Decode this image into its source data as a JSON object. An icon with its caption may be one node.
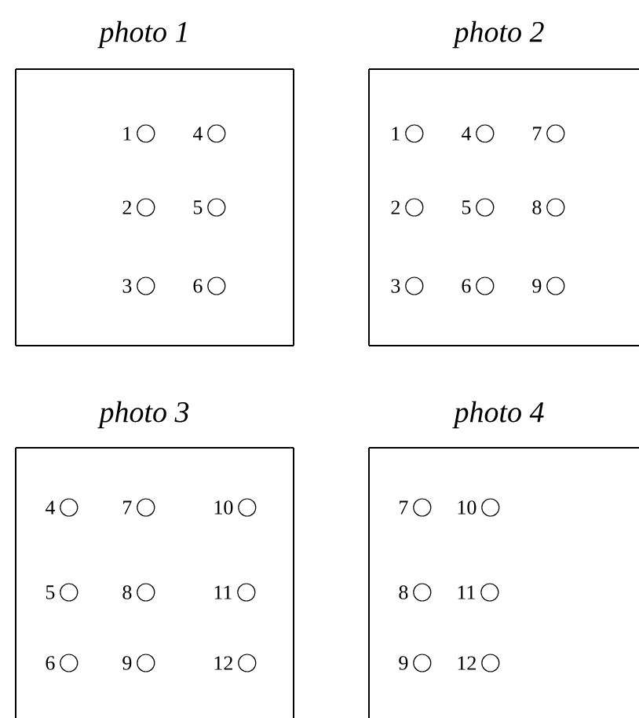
{
  "diagram": {
    "nodes": [
      {
        "text": [
          "photo 1"
        ]
      },
      {
        "text": [
          "photo 2"
        ]
      },
      {
        "text": [
          "photo 3"
        ]
      },
      {
        "text": [
          "photo 4"
        ]
      }
    ],
    "labels": [
      "1",
      "4",
      "2",
      "5",
      "3",
      "6",
      "1",
      "4",
      "7",
      "2",
      "5",
      "8",
      "3",
      "6",
      "9",
      "4",
      "7",
      "10",
      "5",
      "8",
      "11",
      "6",
      "9",
      "12",
      "7",
      "10",
      "8",
      "11",
      "9",
      "12"
    ]
  }
}
